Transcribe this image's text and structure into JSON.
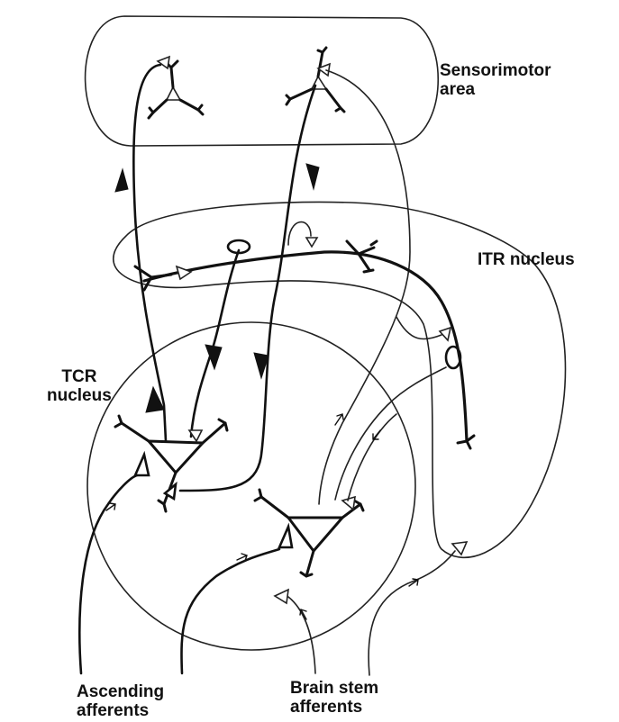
{
  "figure": {
    "type": "neural-circuit-diagram",
    "colors": {
      "ink": "#111111",
      "background": "#ffffff"
    }
  },
  "labels": {
    "sensorimotor": {
      "line1": "Sensorimotor",
      "line2": "area"
    },
    "itr": {
      "line1": "ITR nucleus"
    },
    "tcr": {
      "line1": "TCR",
      "line2": "nucleus"
    },
    "ascending": {
      "line1": "Ascending",
      "line2": "afferents"
    },
    "brainstem": {
      "line1": "Brain stem",
      "line2": "afferents"
    }
  }
}
